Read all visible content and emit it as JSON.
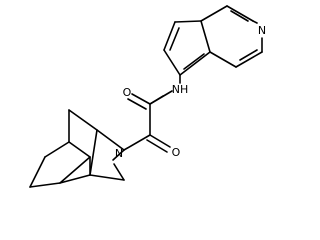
{
  "molecule": {
    "atom_labels": {
      "isoquinoline_n": "N",
      "amide_nh": "NH",
      "carbonyl_o1": "O",
      "carbonyl_o2": "O",
      "ring_n": "N"
    },
    "colors": {
      "bond": "#000000",
      "label": "#000000",
      "background": "#ffffff"
    }
  }
}
